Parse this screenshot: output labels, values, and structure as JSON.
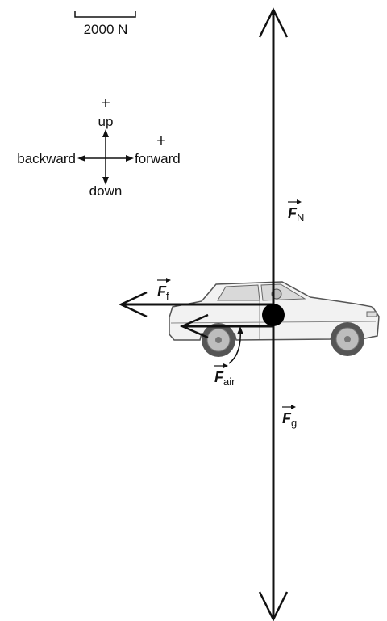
{
  "scale": {
    "label": "2000 N"
  },
  "directions": {
    "up_sign": "+",
    "up": "up",
    "down": "down",
    "forward_sign": "+",
    "forward": "forward",
    "backward": "backward"
  },
  "forces": {
    "normal": {
      "symbol": "F",
      "subscript": "N"
    },
    "friction": {
      "symbol": "F",
      "subscript": "f"
    },
    "air": {
      "symbol": "F",
      "subscript": "air"
    },
    "gravity": {
      "symbol": "F",
      "subscript": "g"
    }
  },
  "colors": {
    "line": "#111111",
    "car_body": "#f2f2f2",
    "car_outline": "#555555",
    "wheel": "#777777"
  }
}
